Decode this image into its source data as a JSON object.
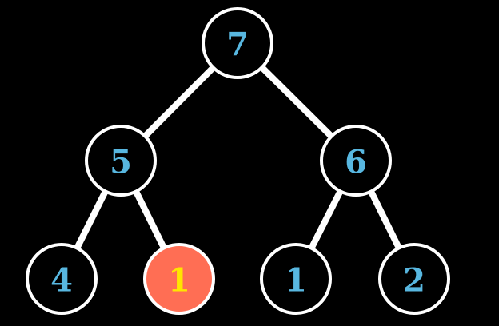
{
  "colors": {
    "background": "#000000",
    "edge": "#ffffff",
    "node_fill": "#000000",
    "node_stroke": "#ffffff",
    "label": "#58b7e0",
    "highlight_fill": "#ff6e54",
    "highlight_label": "#ffe500"
  },
  "tree": {
    "nodes": [
      {
        "id": "n0",
        "label": "7",
        "highlighted": false
      },
      {
        "id": "n1",
        "label": "5",
        "highlighted": false
      },
      {
        "id": "n2",
        "label": "6",
        "highlighted": false
      },
      {
        "id": "n3",
        "label": "4",
        "highlighted": false
      },
      {
        "id": "n4",
        "label": "1",
        "highlighted": true
      },
      {
        "id": "n5",
        "label": "1",
        "highlighted": false
      },
      {
        "id": "n6",
        "label": "2",
        "highlighted": false
      }
    ],
    "edges": [
      {
        "from": "n0",
        "to": "n1"
      },
      {
        "from": "n0",
        "to": "n2"
      },
      {
        "from": "n1",
        "to": "n3"
      },
      {
        "from": "n1",
        "to": "n4"
      },
      {
        "from": "n2",
        "to": "n5"
      },
      {
        "from": "n2",
        "to": "n6"
      }
    ]
  }
}
